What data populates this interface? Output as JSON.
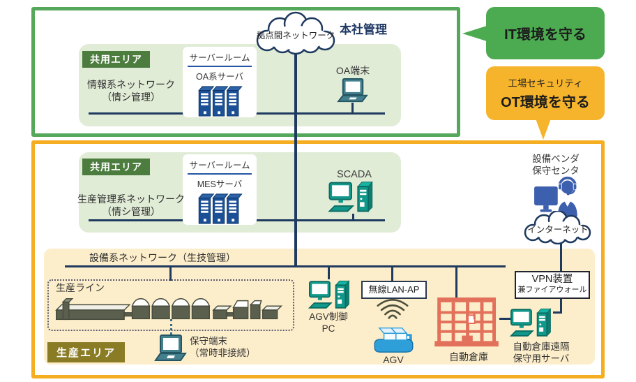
{
  "colors": {
    "it_frame": "#55a85a",
    "ot_frame": "#f5ae22",
    "shared_area_bg": "#e1ecd7",
    "equipment_area_bg": "#fdeecb",
    "area_tag_bg": "#4c7c3e",
    "production_tag_bg": "#8a7b25",
    "line_navy": "#1e3a5f",
    "server_blue": "#1b4f96",
    "pc_teal": "#12988a",
    "laptop_steel": "#447f8e",
    "agv_blue": "#2f9fd9",
    "warehouse_red": "#e2705a",
    "operator_navy": "#3c5fae",
    "callout_it_bg": "#4cab51",
    "callout_ot_bg": "#f6b42c"
  },
  "icons": {
    "cloud-icon": "bumpy cloud outline",
    "server-rack-icon": "three blue server towers",
    "laptop-icon": "teal laptop",
    "desktop-pc-icon": "teal monitor with tower",
    "operator-icon": "support operator with headset at monitor",
    "wifi-waves-icon": "radio wave arcs",
    "agv-icon": "blue automated guided vehicle with cargo",
    "warehouse-rack-icon": "red automated storage rack",
    "production-machines-icon": "conveyor line with machines"
  },
  "wan_cloud_label": "拠点間ネットワーク",
  "it_zone": {
    "headquarters_label": "本社管理",
    "shared_area_label": "共用エリア",
    "server_room_label": "サーバールーム",
    "server_label": "OA系サーバ",
    "network_label_line1": "情報系ネットワーク",
    "network_label_line2": "（情シ管理）",
    "oa_terminal_label": "OA端末"
  },
  "callouts": {
    "it_label": "IT環境を守る",
    "ot_small_label": "工場セキュリティ",
    "ot_label": "OT環境を守る"
  },
  "ot_zone": {
    "shared_area_label": "共用エリア",
    "server_room_label": "サーバールーム",
    "server_label": "MESサーバ",
    "network_label_line1": "生産管理系ネットワーク",
    "network_label_line2": "（情シ管理）",
    "scada_label": "SCADA",
    "vendor_center_line1": "設備ベンダ",
    "vendor_center_line2": "保守センタ",
    "internet_cloud_label": "インターネット",
    "vpn_line1": "VPN装置",
    "vpn_line2": "兼ファイアウォール"
  },
  "factory_area": {
    "network_label": "設備系ネットワーク（生技管理）",
    "production_line_label": "生産ライン",
    "production_area_label": "生産エリア",
    "maintenance_terminal_line1": "保守端末",
    "maintenance_terminal_line2": "（常時非接続）",
    "agv_pc_line1": "AGV制御",
    "agv_pc_line2": "PC",
    "wireless_ap_label": "無線LAN-AP",
    "agv_label": "AGV",
    "warehouse_label": "自動倉庫",
    "warehouse_server_line1": "自動倉庫遠隔",
    "warehouse_server_line2": "保守用サーバ"
  }
}
